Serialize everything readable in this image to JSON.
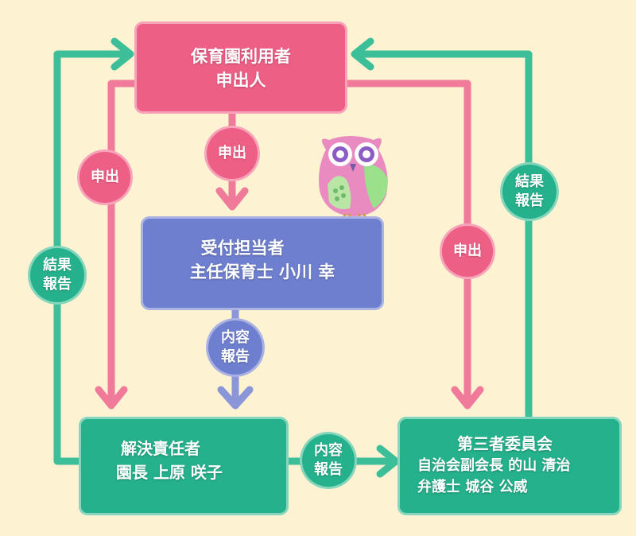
{
  "boxes": {
    "user": [
      "保育園利用者",
      "申出人"
    ],
    "reception": [
      "受付担当者",
      "主任保育士 小川 幸"
    ],
    "resolver": [
      "解決責任者",
      "園長 上原 咲子"
    ],
    "committee": [
      "第三者委員会",
      "自治会副会長 的山 清治",
      "弁護士 城谷 公威"
    ]
  },
  "labels": {
    "apply": "申出",
    "result_line1": "結果",
    "report": "報告",
    "content": "内容"
  },
  "colors": {
    "background": "#fdf2d2",
    "pink": "#ee5f86",
    "blue": "#6f7fcf",
    "green": "#25b18c",
    "owl_body": "#e98ac0",
    "owl_wing": "#9be08a"
  },
  "icons": {
    "mascot": "owl-icon",
    "arrow": "arrow-head-icon"
  }
}
